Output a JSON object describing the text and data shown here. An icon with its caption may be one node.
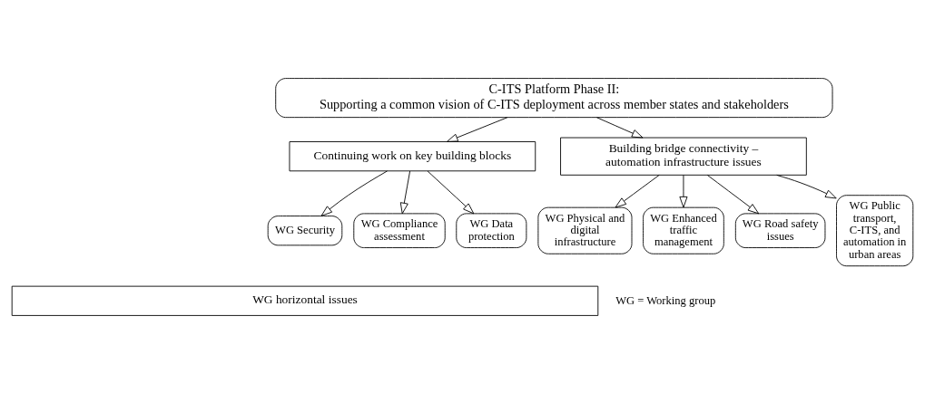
{
  "diagram": {
    "nodes": [
      {
        "text": [
          "C-ITS Platform Phase II:",
          "Supporting a common vision of C-ITS deployment across member states and stakeholders"
        ]
      },
      {
        "text": [
          "Continuing work on key building blocks"
        ]
      },
      {
        "text": [
          "Building bridge connectivity – automation infrastructure issues"
        ]
      },
      {
        "text": [
          "WG Security"
        ]
      },
      {
        "text": [
          "WG Compliance assessment"
        ]
      },
      {
        "text": [
          "WG Data protection"
        ]
      },
      {
        "text": [
          "WG Physical and digital infrastructure"
        ]
      },
      {
        "text": [
          "WG Enhanced traffic management"
        ]
      },
      {
        "text": [
          "WG Road safety issues"
        ]
      },
      {
        "text": [
          "WG Public transport, C-ITS, and automation in urban areas"
        ]
      },
      {
        "text": [
          "WG horizontal issues"
        ]
      }
    ],
    "edges": [
      {
        "from": 0,
        "to": 1,
        "arrow": "to"
      },
      {
        "from": 0,
        "to": 2,
        "arrow": "to"
      },
      {
        "from": 1,
        "to": 3,
        "arrow": "to"
      },
      {
        "from": 1,
        "to": 4,
        "arrow": "to"
      },
      {
        "from": 1,
        "to": 5,
        "arrow": "to"
      },
      {
        "from": 2,
        "to": 6,
        "arrow": "to"
      },
      {
        "from": 2,
        "to": 7,
        "arrow": "to"
      },
      {
        "from": 2,
        "to": 8,
        "arrow": "to"
      },
      {
        "from": 2,
        "to": 9,
        "arrow": "to"
      }
    ],
    "labels": [
      "WG = Working group"
    ]
  }
}
